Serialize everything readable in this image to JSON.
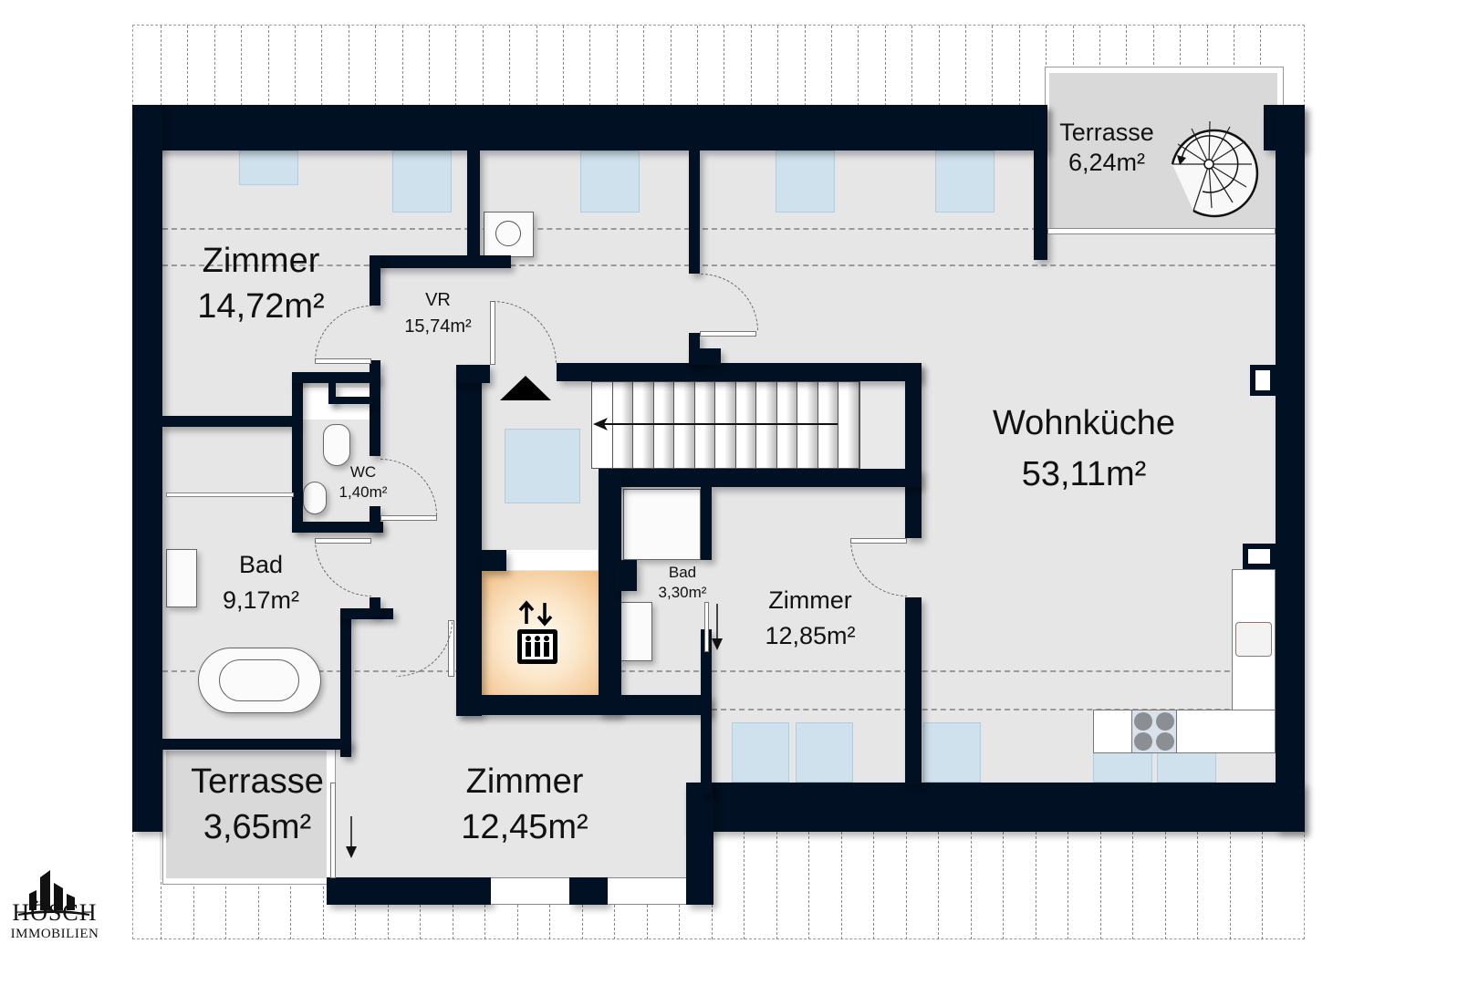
{
  "plan": {
    "rooms": [
      {
        "name": "Zimmer",
        "area": "14,72m²"
      },
      {
        "name": "VR",
        "area": "15,74m²"
      },
      {
        "name": "WC",
        "area": "1,40m²"
      },
      {
        "name": "Bad",
        "area": "9,17m²"
      },
      {
        "name": "Terrasse",
        "area": "3,65m²"
      },
      {
        "name": "Zimmer",
        "area": "12,45m²"
      },
      {
        "name": "Bad",
        "area": "3,30m²"
      },
      {
        "name": "Zimmer",
        "area": "12,85m²"
      },
      {
        "name": "Wohnküche",
        "area": "53,11m²"
      },
      {
        "name": "Terrasse",
        "area": "6,24m²"
      }
    ],
    "symbols": {
      "elevator": "elevator-icon",
      "stairs_direction": "arrow-left",
      "entrance": "triangle-up",
      "spiral_stair": "spiral-staircase-icon"
    }
  },
  "logo": {
    "line1": "HÖSCH",
    "line2": "IMMOBILIEN"
  },
  "colors": {
    "wall": "#011022",
    "floor": "#e6e6e7",
    "terrace": "#d9d9d9",
    "window": "#cfe1ec",
    "elevator_glow": "#f4c58a"
  }
}
